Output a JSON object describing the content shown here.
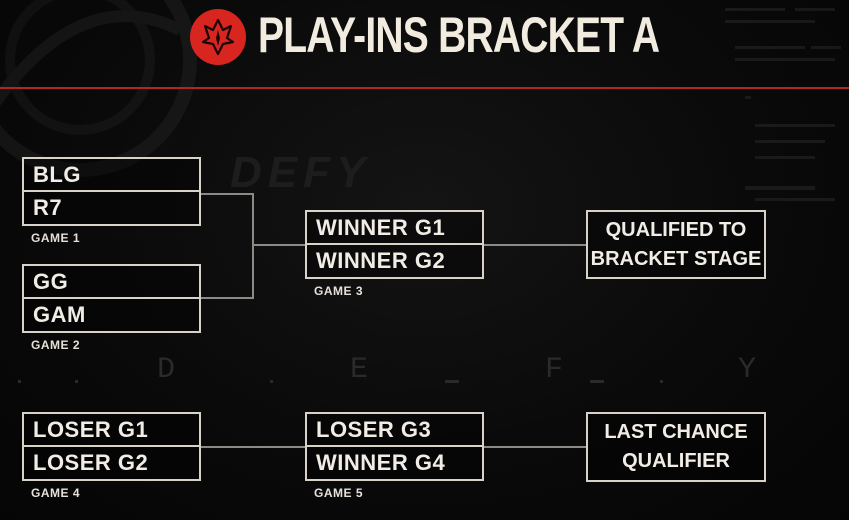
{
  "header": {
    "title": "PLAY-INS BRACKET A",
    "logo_icon": "msi-logo-icon",
    "accent_color": "#d8251f",
    "rule_color": "#b3261e"
  },
  "background": {
    "watermark": "DEFY",
    "letters": [
      "D",
      "E",
      "F",
      "Y"
    ]
  },
  "games": [
    {
      "label": "GAME 1",
      "team_top": "BLG",
      "team_bottom": "R7"
    },
    {
      "label": "GAME 2",
      "team_top": "GG",
      "team_bottom": "GAM"
    },
    {
      "label": "GAME 3",
      "team_top": "WINNER G1",
      "team_bottom": "WINNER G2"
    },
    {
      "label": "GAME 4",
      "team_top": "LOSER G1",
      "team_bottom": "LOSER G2"
    },
    {
      "label": "GAME 5",
      "team_top": "LOSER G3",
      "team_bottom": "WINNER G4"
    }
  ],
  "outcomes": {
    "qualified": {
      "line1": "QUALIFIED TO",
      "line2": "BRACKET STAGE"
    },
    "last_chance": {
      "line1": "LAST CHANCE",
      "line2": "QUALIFIER"
    }
  }
}
